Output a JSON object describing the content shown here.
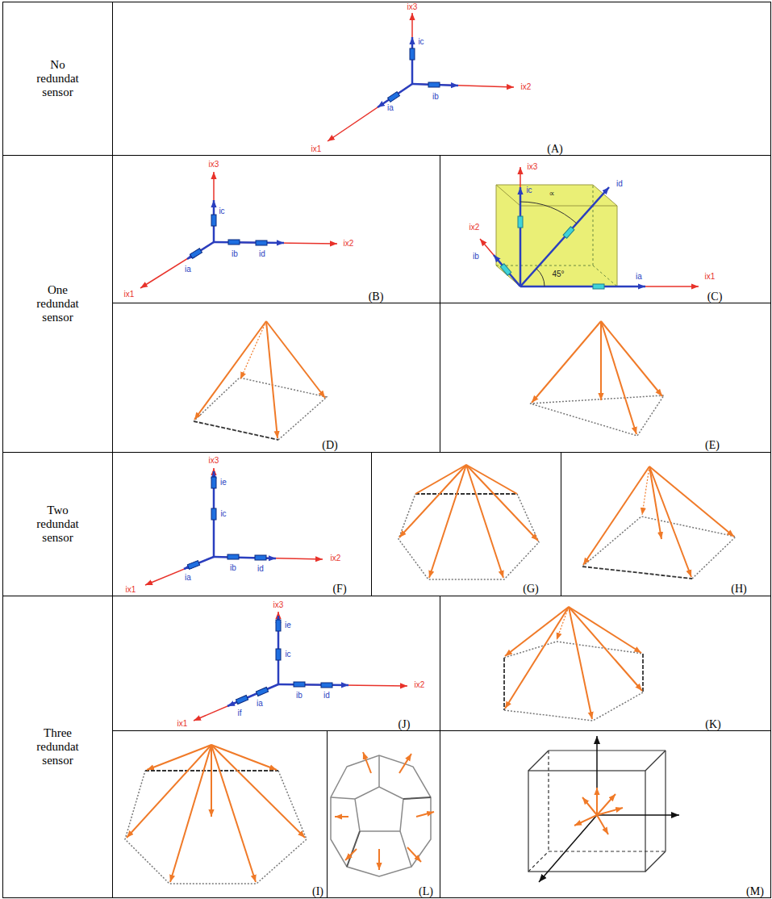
{
  "diagram": {
    "nodes": [
      {
        "text": [
          "No redundat sensor"
        ]
      },
      {
        "text": [
          "(A)"
        ]
      },
      {
        "text": [
          "One redundat sensor"
        ]
      },
      {
        "text": [
          "(B)"
        ]
      },
      {
        "text": [
          "(C)"
        ]
      },
      {
        "text": [
          "(D)"
        ]
      },
      {
        "text": [
          "(E)"
        ]
      },
      {
        "text": [
          "Two redundat sensor"
        ]
      },
      {
        "text": [
          "(F)"
        ]
      },
      {
        "text": [
          "(G)"
        ]
      },
      {
        "text": [
          "(H)"
        ]
      },
      {
        "text": [
          "Three redundat sensor"
        ]
      },
      {
        "text": [
          "(J)"
        ]
      },
      {
        "text": [
          "(K)"
        ]
      },
      {
        "text": [
          "(I)"
        ]
      },
      {
        "text": [
          "(L)"
        ]
      },
      {
        "text": [
          "(M)"
        ]
      }
    ],
    "labels": [
      "ix3",
      "ic",
      "ix2",
      "ib",
      "ia",
      "ix1",
      "ix3",
      "ic",
      "ix2",
      "ib",
      "id",
      "ia",
      "ix1",
      "ix3",
      "ic",
      "∝",
      "id",
      "ix2",
      "ib",
      "45°",
      "ia",
      "ix1",
      "ix3",
      "ie",
      "ic",
      "ix2",
      "ib",
      "id",
      "ia",
      "ix1",
      "ix3",
      "ie",
      "ic",
      "ix2",
      "ib",
      "id",
      "ia",
      "if",
      "ix1"
    ]
  }
}
